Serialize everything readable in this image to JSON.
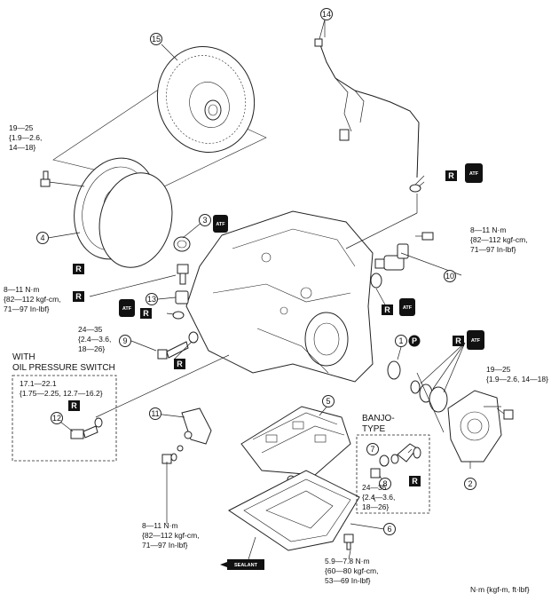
{
  "callouts": {
    "c1": "1",
    "c2": "2",
    "c3": "3",
    "c4": "4",
    "c5": "5",
    "c6": "6",
    "c7": "7",
    "c8": "8",
    "c9": "9",
    "c10": "10",
    "c11": "11",
    "c12": "12",
    "c13": "13",
    "c14": "14",
    "c15": "15"
  },
  "symbols": {
    "replace": "R",
    "atf": "ATF",
    "p": "P",
    "sealant": "SEALANT"
  },
  "torques": {
    "t_bolt4": [
      "19—25",
      "{1.9—2.6,",
      "14—18}"
    ],
    "t_left": [
      "8—11 N·m",
      "{82—112 kgf-cm,",
      "71—97 In-lbf}"
    ],
    "t_right": [
      "8—11 N·m",
      "{82—112 kgf-cm,",
      "71—97 In-lbf}"
    ],
    "t_9": [
      "24—35",
      "{2.4—3.6,",
      "18—26}"
    ],
    "t_12": [
      "17.1—22.1",
      "{1.75—2.25, 12.7—16.2}"
    ],
    "t_2": [
      "19—25",
      "{1.9—2.6, 14—18}"
    ],
    "t_8": [
      "24—35",
      "{2.4—3.6,",
      "18—26}"
    ],
    "t_11": [
      "8—11 N·m",
      "{82—112 kgf-cm,",
      "71—97 In-lbf}"
    ],
    "t_6": [
      "5.9—7.8 N·m",
      "{60—80 kgf-cm,",
      "53—69 In-lbf}"
    ]
  },
  "labels": {
    "with_line1": "WITH",
    "with_line2": "OIL PRESSURE SWITCH",
    "banjo_line1": "BANJO-",
    "banjo_line2": "TYPE",
    "units": "N·m {kgf-m, ft·lbf}"
  }
}
